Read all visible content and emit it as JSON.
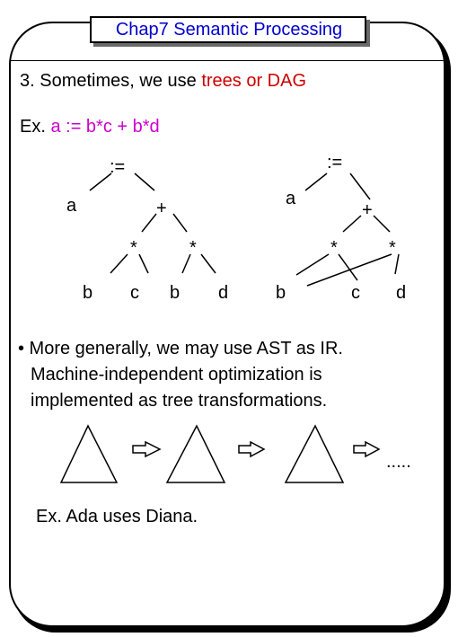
{
  "slide": {
    "title": "Chap7  Semantic Processing",
    "line1_prefix": "3. Sometimes, we use ",
    "line1_highlight": "trees or DAG",
    "ex_label": "Ex.  ",
    "ex_expr": "a := b*c + b*d",
    "bullet_line1": "• More generally, we may use AST as IR.",
    "bullet_line2": "Machine-independent optimization is",
    "bullet_line3": "implemented as tree transformations.",
    "dots": ".....",
    "ex2": "Ex. Ada uses Diana."
  },
  "tree_left": {
    "root": ":=",
    "lhs": "a",
    "plus": "+",
    "mul1": "*",
    "mul2": "*",
    "leaf1": "b",
    "leaf2": "c",
    "leaf3": "b",
    "leaf4": "d"
  },
  "tree_right": {
    "root": ":=",
    "lhs": "a",
    "plus": "+",
    "mul1": "*",
    "mul2": "*",
    "leaf1": "b",
    "leaf2": "c",
    "leaf3": "d"
  },
  "colors": {
    "title": "#0000cc",
    "highlight": "#cc0000",
    "expression": "#cc00cc"
  }
}
